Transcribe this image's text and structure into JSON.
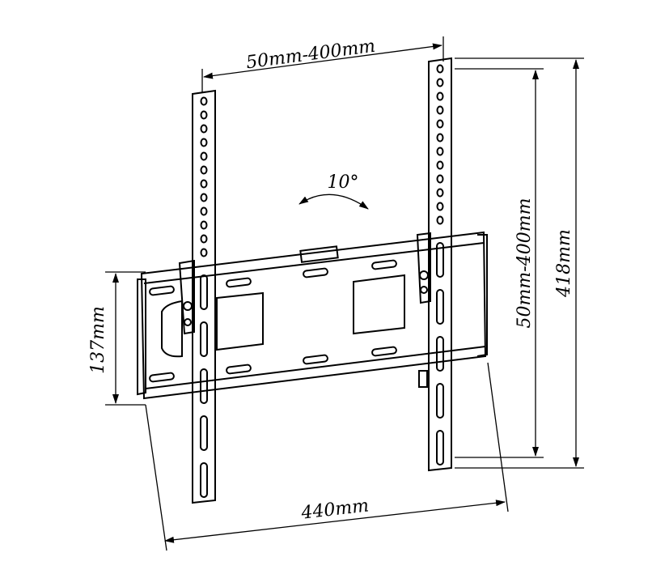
{
  "dimensions": {
    "top_vesa": "50mm-400mm",
    "tilt": "10°",
    "plate_height": "137mm",
    "right_vesa": "50mm-400mm",
    "total_height": "418mm",
    "plate_width": "440mm"
  },
  "colors": {
    "line": "#000000",
    "background": "#ffffff"
  },
  "upright_hole_count": 12
}
